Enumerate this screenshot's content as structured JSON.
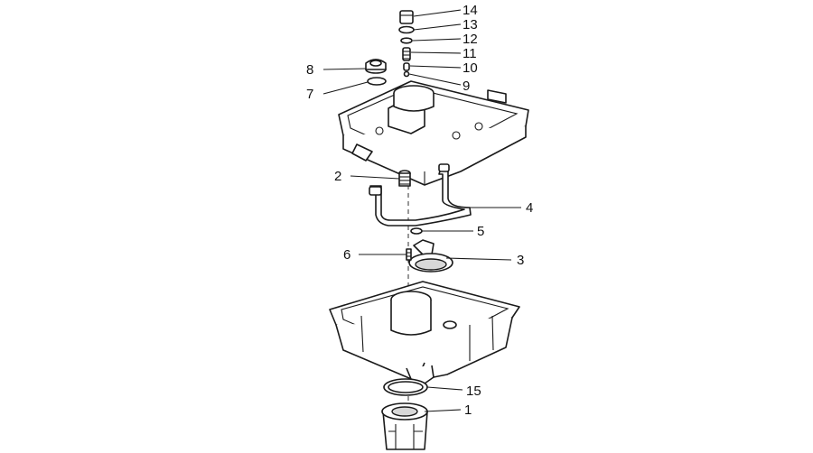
{
  "callouts": [
    {
      "id": "1",
      "label": "1"
    },
    {
      "id": "2",
      "label": "2"
    },
    {
      "id": "3",
      "label": "3"
    },
    {
      "id": "4",
      "label": "4"
    },
    {
      "id": "5",
      "label": "5"
    },
    {
      "id": "6",
      "label": "6"
    },
    {
      "id": "7",
      "label": "7"
    },
    {
      "id": "8",
      "label": "8"
    },
    {
      "id": "9",
      "label": "9"
    },
    {
      "id": "10",
      "label": "10"
    },
    {
      "id": "11",
      "label": "11"
    },
    {
      "id": "12",
      "label": "12"
    },
    {
      "id": "13",
      "label": "13"
    },
    {
      "id": "14",
      "label": "14"
    },
    {
      "id": "15",
      "label": "15"
    }
  ],
  "colors": {
    "line": "#1a1a1a",
    "background": "#ffffff",
    "label": "#111111"
  }
}
